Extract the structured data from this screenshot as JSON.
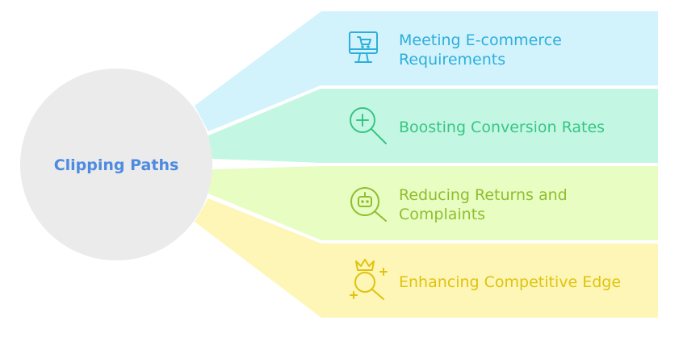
{
  "center": {
    "label": "Clipping Paths",
    "color": "#4d8be0",
    "fill": "#ebebeb"
  },
  "branches": [
    {
      "lines": [
        "Meeting E-commerce",
        "Requirements"
      ],
      "icon": "monitor-cart-icon",
      "fill": "#d2f3fc",
      "color": "#2eaedc"
    },
    {
      "lines": [
        "Boosting Conversion Rates"
      ],
      "icon": "magnifier-plus-icon",
      "fill": "#c4f7e3",
      "color": "#39c583"
    },
    {
      "lines": [
        "Reducing Returns and",
        "Complaints"
      ],
      "icon": "magnifier-robot-icon",
      "fill": "#e7fdc2",
      "color": "#90be2e"
    },
    {
      "lines": [
        "Enhancing Competitive Edge"
      ],
      "icon": "magnifier-crown-icon",
      "fill": "#fdf6b6",
      "color": "#e0c20f"
    }
  ]
}
